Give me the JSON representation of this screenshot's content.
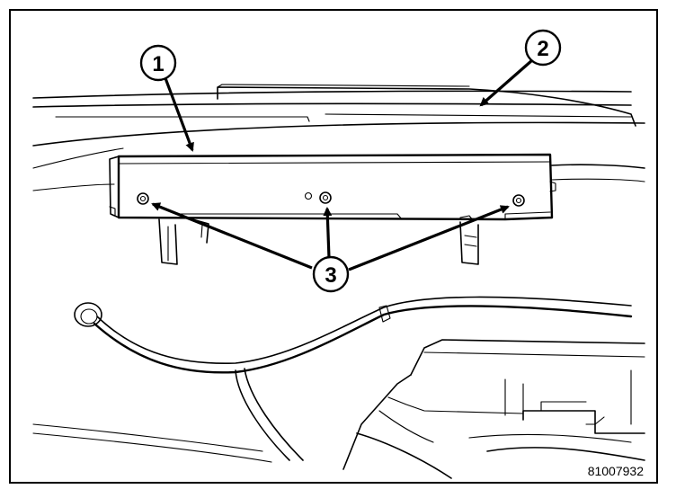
{
  "callouts": [
    {
      "id": "callout-1",
      "label": "1"
    },
    {
      "id": "callout-2",
      "label": "2"
    },
    {
      "id": "callout-3",
      "label": "3"
    }
  ],
  "figure_id": "81007932",
  "colors": {
    "line": "#000000",
    "background": "#ffffff"
  }
}
